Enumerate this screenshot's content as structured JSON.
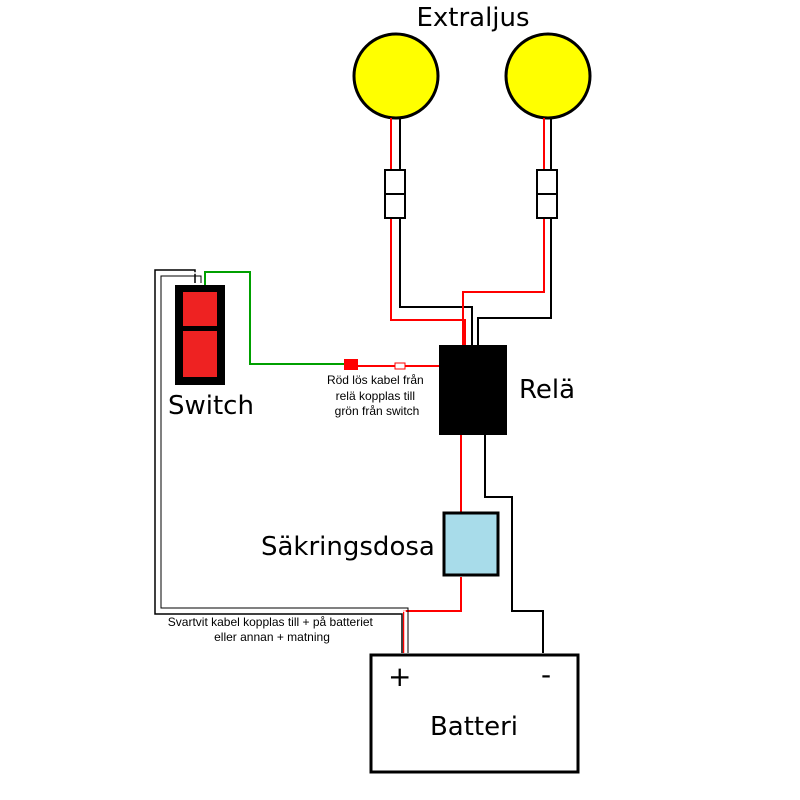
{
  "labels": {
    "extraljus": "Extraljus",
    "switch": "Switch",
    "rela": "Relä",
    "sakringsdosa": "Säkringsdosa",
    "batteri": "Batteri",
    "plus": "+",
    "minus": "-"
  },
  "notes": {
    "red_wire": [
      "Röd lös kabel från",
      "relä kopplas till",
      "grön från switch"
    ],
    "power_wire": [
      "Svartvit kabel kopplas till + på batteriet",
      "eller annan + matning"
    ]
  },
  "colors": {
    "lamp": "#ffff00",
    "wire_red": "#ff0000",
    "wire_black": "#000000",
    "wire_green": "#00a000",
    "switch_body": "#ee2222",
    "fuse_box": "#a8dcea",
    "relay": "#000000"
  }
}
